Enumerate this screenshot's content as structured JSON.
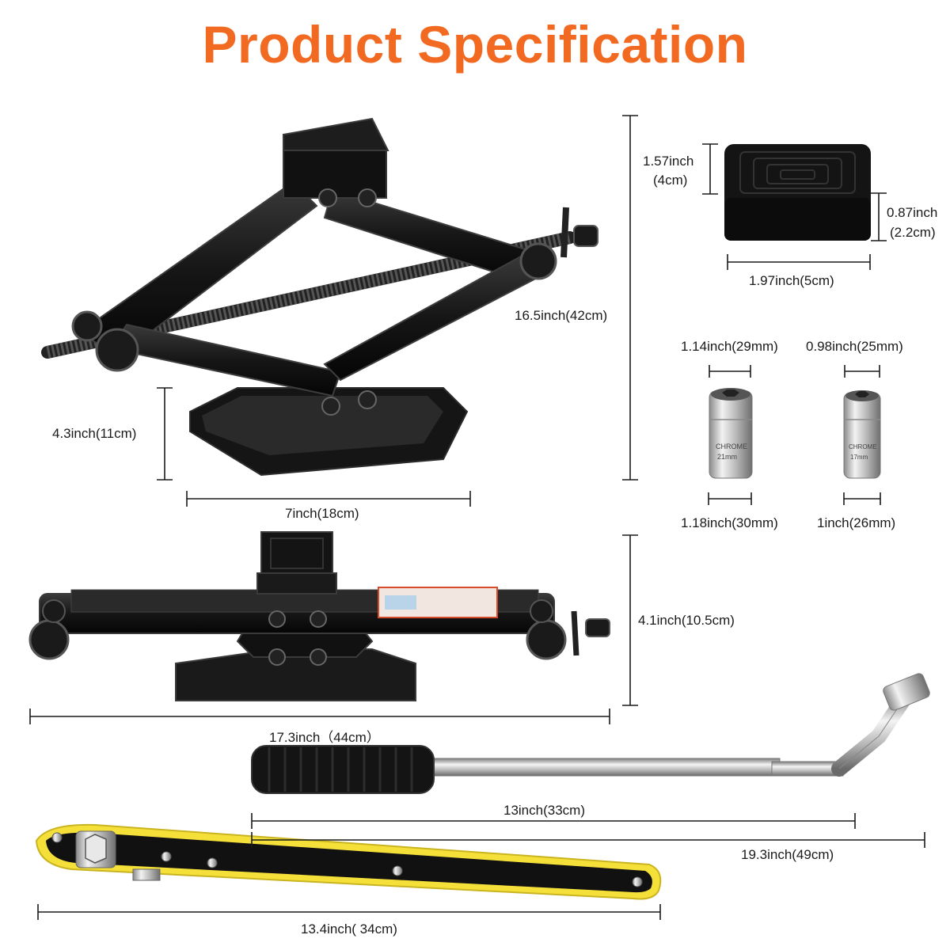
{
  "title": "Product Specification",
  "colors": {
    "title": "#f26a21",
    "handle_yellow": "#f5e03a",
    "metal": "#c9c9c9",
    "black": "#111111"
  },
  "dimensions": {
    "jack_height_total": "16.5inch(42cm)",
    "jack_base_height": "4.3inch(11cm)",
    "jack_base_width": "7inch(18cm)",
    "pad_height": "1.57inch",
    "pad_height_cm": "(4cm)",
    "pad_thickness": "0.87inch",
    "pad_thickness_cm": "(2.2cm)",
    "pad_width": "1.97inch(5cm)",
    "socket1_top": "1.14inch(29mm)",
    "socket2_top": "0.98inch(25mm)",
    "socket1_bottom": "1.18inch(30mm)",
    "socket2_bottom": "1inch(26mm)",
    "jack_folded_height": "4.1inch(10.5cm)",
    "jack_folded_length": "17.3inch（44cm）",
    "wrench_closed": "13inch(33cm)",
    "wrench_extended": "19.3inch(49cm)",
    "ratchet_length": "13.4inch( 34cm)"
  },
  "socket_markings": {
    "brand": "CHROME",
    "socket1_size": "21mm",
    "socket2_size": "17mm"
  }
}
